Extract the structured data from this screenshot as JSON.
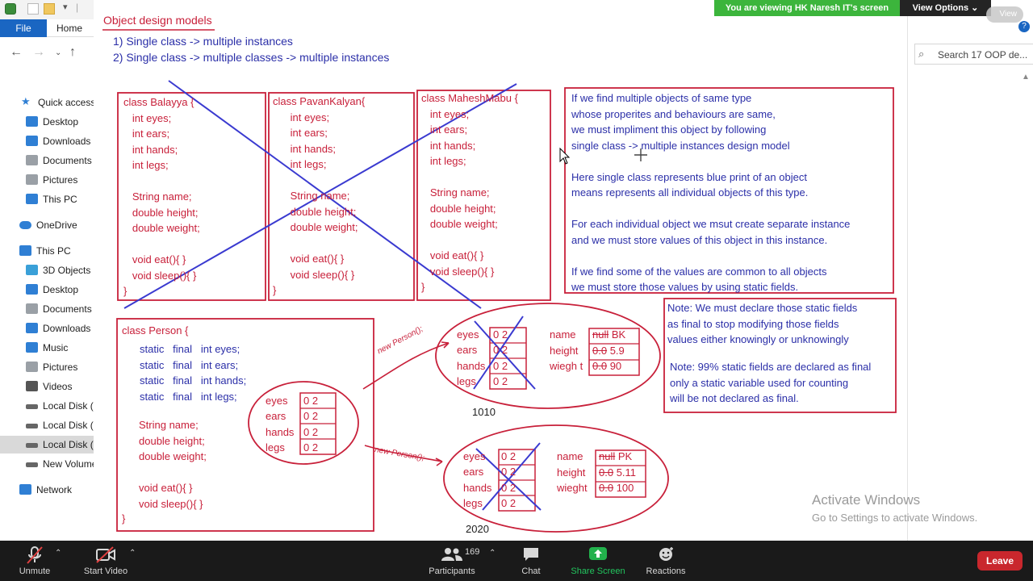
{
  "zoom": {
    "share_banner": "You are viewing HK Naresh IT's screen",
    "view_options": "View Options ⌄",
    "view_pill": "View",
    "toolbar": {
      "mute": "Unmute",
      "video": "Start Video",
      "participants": "Participants",
      "participant_count": "169",
      "chat": "Chat",
      "share": "Share Screen",
      "reactions": "Reactions",
      "leave": "Leave"
    }
  },
  "explorer": {
    "tab_file": "File",
    "tab_home": "Home",
    "search_placeholder": "Search 17 OOP de...",
    "tree": [
      {
        "label": "Quick access",
        "icon": "star-icon",
        "color": "#2f7fd4"
      },
      {
        "label": "Desktop",
        "icon": "desktop-icon",
        "color": "#2f7fd4"
      },
      {
        "label": "Downloads",
        "icon": "download-icon",
        "color": "#2f7fd4"
      },
      {
        "label": "Documents",
        "icon": "document-icon",
        "color": "#9aa0a6"
      },
      {
        "label": "Pictures",
        "icon": "picture-icon",
        "color": "#9aa0a6"
      },
      {
        "label": "This PC",
        "icon": "computer-icon",
        "color": "#2f7fd4"
      },
      {
        "label": "OneDrive",
        "icon": "cloud-icon",
        "color": "#2f7fd4"
      },
      {
        "label": "This PC",
        "icon": "computer-icon",
        "color": "#2f7fd4"
      },
      {
        "label": "3D Objects",
        "icon": "cube-icon",
        "color": "#3aa0d8"
      },
      {
        "label": "Desktop",
        "icon": "desktop-icon",
        "color": "#2f7fd4"
      },
      {
        "label": "Documents",
        "icon": "document-icon",
        "color": "#9aa0a6"
      },
      {
        "label": "Downloads",
        "icon": "download-icon",
        "color": "#2f7fd4"
      },
      {
        "label": "Music",
        "icon": "music-icon",
        "color": "#2f7fd4"
      },
      {
        "label": "Pictures",
        "icon": "picture-icon",
        "color": "#9aa0a6"
      },
      {
        "label": "Videos",
        "icon": "video-icon",
        "color": "#555555"
      },
      {
        "label": "Local Disk (C",
        "icon": "disk-icon",
        "color": "#666666"
      },
      {
        "label": "Local Disk (D",
        "icon": "disk-icon",
        "color": "#666666"
      },
      {
        "label": "Local Disk (E",
        "icon": "disk-icon",
        "color": "#666666"
      },
      {
        "label": "New Volume",
        "icon": "disk-icon",
        "color": "#666666"
      },
      {
        "label": "Network",
        "icon": "network-icon",
        "color": "#2f7fd4"
      }
    ]
  },
  "board": {
    "title": "Object design models",
    "model1": "1) Single class -> multiple instances",
    "model2": "2) Single class -> multiple classes -> multiple instances",
    "balayya": "class Balayya {\n   int eyes;\n   int ears;\n   int hands;\n   int legs;\n\n   String name;\n   double height;\n   double weight;\n\n   void eat(){ }\n   void sleep(){ }\n}",
    "pavan": "class PavanKalyan{\n      int eyes;\n      int ears;\n      int hands;\n      int legs;\n\n      String name;\n      double height;\n      double weight;\n\n      void eat(){ }\n      void sleep(){ }\n}",
    "mahesh": "class MaheshMabu {\n   int eyes;\n   int ears;\n   int hands;\n   int legs;\n\n   String name;\n   double height;\n   double weight;\n\n   void eat(){ }\n   void sleep(){ }\n}",
    "person_head": "class Person {",
    "person_static": "static   final   int eyes;\nstatic   final   int ears;\nstatic   final   int hands;\nstatic   final   int legs;",
    "person_rest": "String name;\ndouble height;\ndouble weight;\n\nvoid eat(){ }\nvoid sleep(){ }",
    "person_close": "}",
    "note1": "If we find multiple objects of same type\nwhose properites and behaviours are same,\nwe must impliment this object by following\nsingle class -> multiple instances design model\n\nHere single class represents blue print of an object\nmeans represents all individual objects of this type.\n\nFor each individual object we msut create separate instance\nand we must store values of this object in this instance.\n\nIf we find some of the values are common to all objects\nwe must store those values by using static fields.",
    "note2": "Note: We must declare those static fields\nas final to stop modifying those fields\nvalues either knowingly or unknowingly",
    "note3": "Note: 99% static fields are declared as final\nonly a static variable used for counting\nwill be not declared as final.",
    "static_labels": [
      "eyes",
      "ears",
      "hands",
      "legs"
    ],
    "static_vals": [
      "0 2",
      "0 2",
      "0 2",
      "0 2"
    ],
    "inst_labels": [
      "eyes",
      "ears",
      "hands",
      "legs"
    ],
    "inst_vals": [
      "0 2",
      "0 2",
      "0 2",
      "0 2"
    ],
    "obj1_names": [
      "name",
      "height",
      "wiegh t"
    ],
    "obj1_old": [
      "null",
      "0.0",
      "0.0"
    ],
    "obj1_new": [
      "BK",
      "5.9",
      "90"
    ],
    "obj1_addr": "1010",
    "obj2_names": [
      "name",
      "height",
      "wieght"
    ],
    "obj2_old": [
      "null",
      "0.0",
      "0.0"
    ],
    "obj2_new": [
      "PK",
      "5.11",
      "100"
    ],
    "obj2_addr": "2020",
    "new_person": "new Person();"
  },
  "watermark": {
    "title": "Activate Windows",
    "sub": "Go to Settings to activate Windows."
  }
}
